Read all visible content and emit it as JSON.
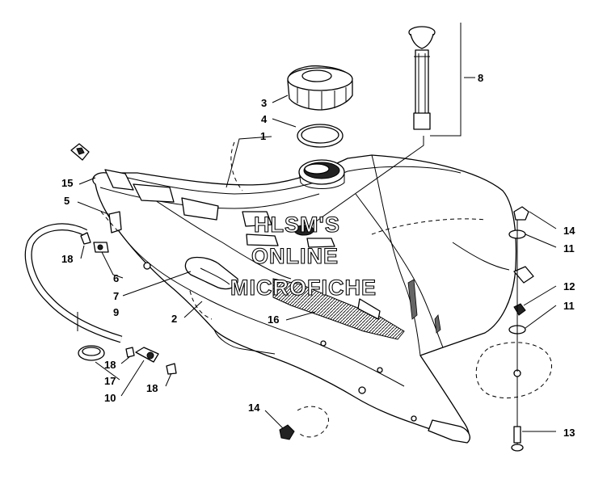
{
  "diagram": {
    "callouts": [
      {
        "id": "label-1",
        "text": "1"
      },
      {
        "id": "label-2",
        "text": "2"
      },
      {
        "id": "label-3",
        "text": "3"
      },
      {
        "id": "label-4",
        "text": "4"
      },
      {
        "id": "label-5",
        "text": "5"
      },
      {
        "id": "label-6",
        "text": "6"
      },
      {
        "id": "label-7",
        "text": "7"
      },
      {
        "id": "label-8",
        "text": "8"
      },
      {
        "id": "label-9",
        "text": "9"
      },
      {
        "id": "label-10",
        "text": "10"
      },
      {
        "id": "label-11a",
        "text": "11"
      },
      {
        "id": "label-11b",
        "text": "11"
      },
      {
        "id": "label-12",
        "text": "12"
      },
      {
        "id": "label-13",
        "text": "13"
      },
      {
        "id": "label-14a",
        "text": "14"
      },
      {
        "id": "label-14b",
        "text": "14"
      },
      {
        "id": "label-15",
        "text": "15"
      },
      {
        "id": "label-16",
        "text": "16"
      },
      {
        "id": "label-17",
        "text": "17"
      },
      {
        "id": "label-18a",
        "text": "18"
      },
      {
        "id": "label-18b",
        "text": "18"
      },
      {
        "id": "label-18c",
        "text": "18"
      }
    ]
  },
  "watermark": {
    "line1": "HLSM'S",
    "line2": "ONLINE",
    "line3": "MICROFICHE"
  }
}
